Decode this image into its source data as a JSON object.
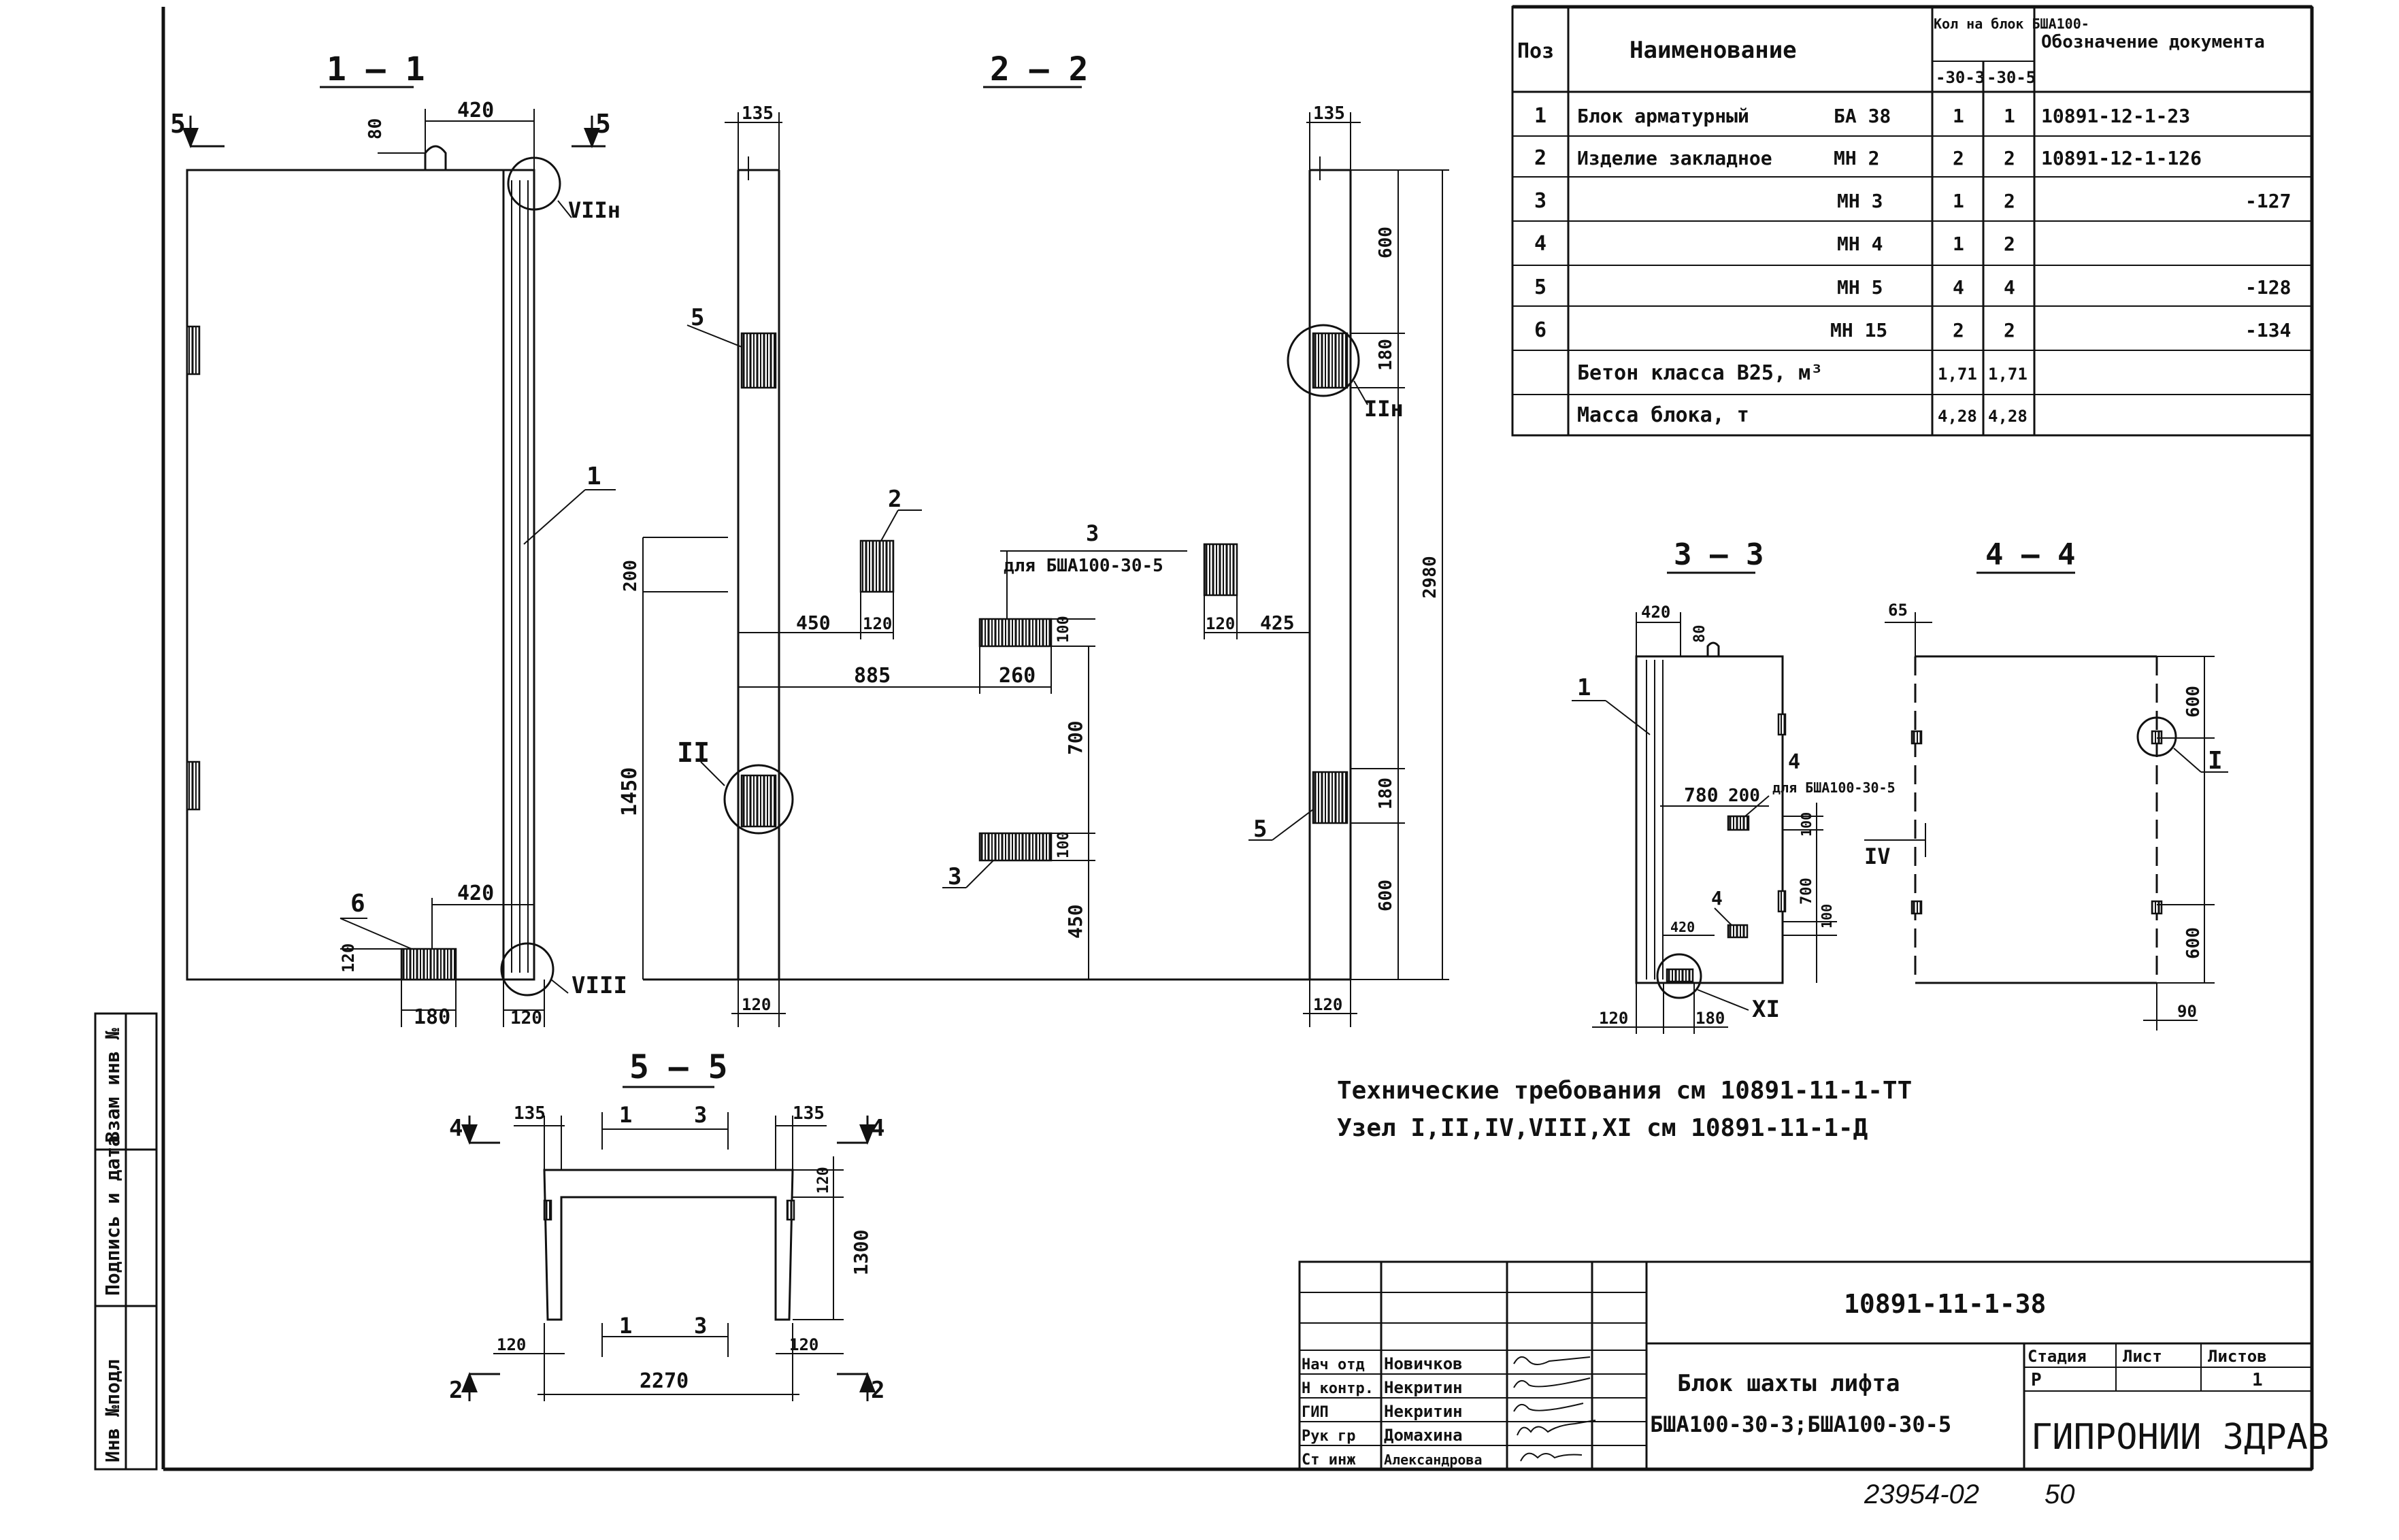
{
  "sections": {
    "s11": "1 – 1",
    "s22": "2 – 2",
    "s33": "3 – 3",
    "s44": "4 – 4",
    "s55": "5 – 5"
  },
  "dims": {
    "s11": {
      "d420a": "420",
      "d80": "80",
      "d420b": "420",
      "d120a": "120",
      "d180": "180",
      "d120b": "120",
      "pos6": "6",
      "pos1": "1",
      "cut5": "5",
      "cut5b": "5",
      "nodeVIIn": "VIIн",
      "nodeVIII": "VIII"
    },
    "s22": {
      "d135a": "135",
      "d135b": "135",
      "d600a": "600",
      "d180a": "180",
      "d2980": "2980",
      "d200": "200",
      "d1450": "1450",
      "d450a": "450",
      "d120a": "120",
      "d885": "885",
      "d260": "260",
      "d100a": "100",
      "d700": "700",
      "d100b": "100",
      "d450b": "450",
      "d120b": "120",
      "d425": "425",
      "d180b": "180",
      "d600b": "600",
      "d120c": "120",
      "d120d": "120",
      "pos5a": "5",
      "pos2": "2",
      "pos3": "3",
      "pos3b": "3",
      "pos5b": "5",
      "note3": "для БША100-30-5",
      "nodeII": "II",
      "nodeIIn": "IIн"
    },
    "s33": {
      "d420a": "420",
      "d80": "80",
      "d780": "780",
      "d200": "200",
      "d100a": "100",
      "d700": "700",
      "d100b": "100",
      "d420b": "420",
      "d120": "120",
      "d180": "180",
      "pos1": "1",
      "pos4a": "4",
      "pos4b": "4",
      "note4": "для БША100-30-5",
      "nodeXI": "XI"
    },
    "s44": {
      "d65": "65",
      "d600a": "600",
      "d600b": "600",
      "d90": "90",
      "nodeI": "I",
      "cutIV": "IV"
    },
    "s55": {
      "d135a": "135",
      "d135b": "135",
      "d120a": "120",
      "d1300": "1300",
      "d120b": "120",
      "d120c": "120",
      "d2270": "2270",
      "p1a": "1",
      "p3a": "3",
      "p1b": "1",
      "p3b": "3",
      "cut4a": "4",
      "cut4b": "4",
      "cut2a": "2",
      "cut2b": "2"
    }
  },
  "spec": {
    "headers": {
      "pos": "Поз",
      "name": "Наименование",
      "qty": "Кол на блок БША100-",
      "qty_a": "-30-3",
      "qty_b": "-30-5",
      "doc": "Обозначение документа"
    },
    "rows": [
      {
        "pos": "1",
        "name": "Блок арматурный",
        "mark": "БА 38",
        "a": "1",
        "b": "1",
        "doc": "10891-12-1-23"
      },
      {
        "pos": "2",
        "name": "Изделие закладное",
        "mark": "МН 2",
        "a": "2",
        "b": "2",
        "doc": "10891-12-1-126"
      },
      {
        "pos": "3",
        "name": "",
        "mark": "МН 3",
        "a": "1",
        "b": "2",
        "doc": "-127"
      },
      {
        "pos": "4",
        "name": "",
        "mark": "МН 4",
        "a": "1",
        "b": "2",
        "doc": ""
      },
      {
        "pos": "5",
        "name": "",
        "mark": "МН 5",
        "a": "4",
        "b": "4",
        "doc": "-128"
      },
      {
        "pos": "6",
        "name": "",
        "mark": "МН 15",
        "a": "2",
        "b": "2",
        "doc": "-134"
      }
    ],
    "concrete": {
      "label": "Бетон класса В25, м³",
      "a": "1,71",
      "b": "1,71"
    },
    "mass": {
      "label": "Масса блока, т",
      "a": "4,28",
      "b": "4,28"
    }
  },
  "notes": {
    "line1": "Технические требования см 10891-11-1-ТТ",
    "line2": "Узел I,II,IV,VIII,XI см 10891-11-1-Д"
  },
  "side_stamp": {
    "c1": "Инв №подл",
    "c2": "Подпись и дата",
    "c3": "Взам инв №"
  },
  "title_block": {
    "code": "10891-11-1-38",
    "roles": [
      "Нач отд",
      "Н контр.",
      "ГИП",
      "Рук гр",
      "Ст инж"
    ],
    "names": [
      "Новичков",
      "Некритин",
      "Некритин",
      "Домахина",
      "Александрова"
    ],
    "title1": "Блок шахты лифта",
    "title2": "БША100-30-3;БША100-30-5",
    "stage_h": "Стадия",
    "sheet_h": "Лист",
    "sheets_h": "Листов",
    "stage": "Р",
    "sheet": "",
    "sheets": "1",
    "org": "ГИПРОНИИ ЗДРАВ"
  },
  "footer": {
    "left": "23954-02",
    "right": "50"
  }
}
